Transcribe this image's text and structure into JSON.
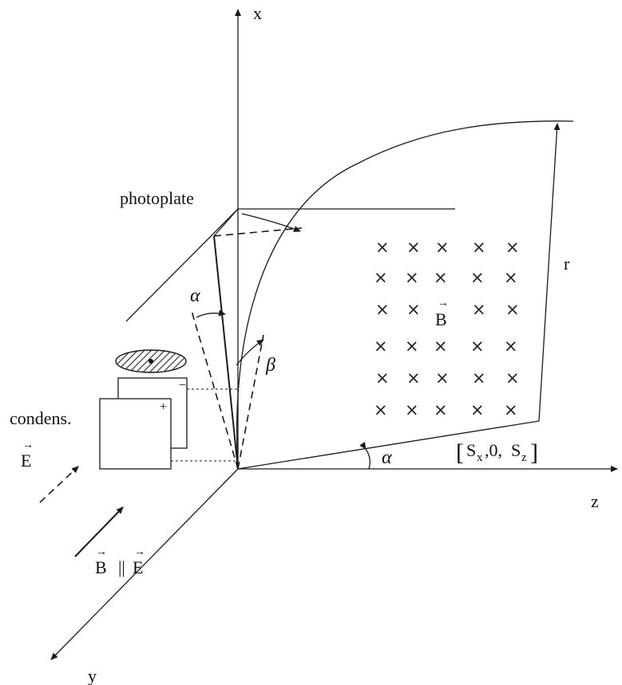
{
  "axes": {
    "x": "x",
    "y": "y",
    "z": "z"
  },
  "labels": {
    "photoplate": "photoplate",
    "condens": "condens.",
    "r": "r",
    "alpha_top": "α",
    "alpha_bottom": "α",
    "beta": "β",
    "plus": "+",
    "minus": "−"
  },
  "vectors": {
    "E": "E",
    "B": "B",
    "B_parallel_E": {
      "left": "B",
      "sep": "||",
      "right": "E"
    }
  },
  "point_S": {
    "open": "[",
    "sx": "S",
    "sx_sub": "x",
    "mid": ",0,",
    "sz": "S",
    "sz_sub": "z",
    "close": "]"
  },
  "field_marker": "×",
  "field_grid_rows": 6,
  "field_grid_cols": 5
}
